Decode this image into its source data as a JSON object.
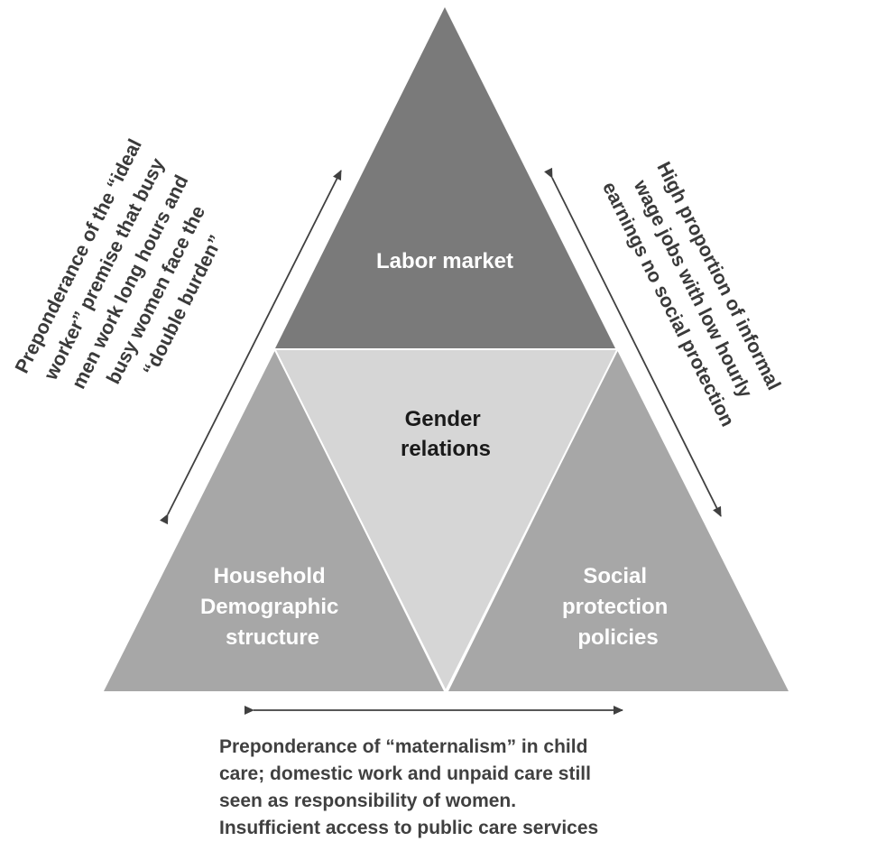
{
  "colors": {
    "labor_market_fill": "#7a7a7a",
    "gender_relations_fill": "#d6d6d6",
    "household_fill": "#a7a7a7",
    "social_protection_fill": "#a7a7a7",
    "arrow_color": "#404040"
  },
  "nodes": {
    "labor_market": "Labor market",
    "gender_relations": [
      "Gender",
      "relations"
    ],
    "household": [
      "Household",
      "Demographic",
      "structure"
    ],
    "social_protection": [
      "Social",
      "protection",
      "policies"
    ]
  },
  "edges": {
    "left": [
      "Preponderance of the “ideal",
      "worker” premise that busy",
      "men work long hours and",
      "busy women face the",
      "“double burden”"
    ],
    "right": [
      "High proportion of informal",
      "wage jobs with low hourly",
      "earnings no social protection"
    ],
    "bottom": [
      "Preponderance of “maternalism” in child",
      "care; domestic work and unpaid care still",
      "seen as responsibility of women.",
      "Insufficient access to public care services"
    ]
  }
}
